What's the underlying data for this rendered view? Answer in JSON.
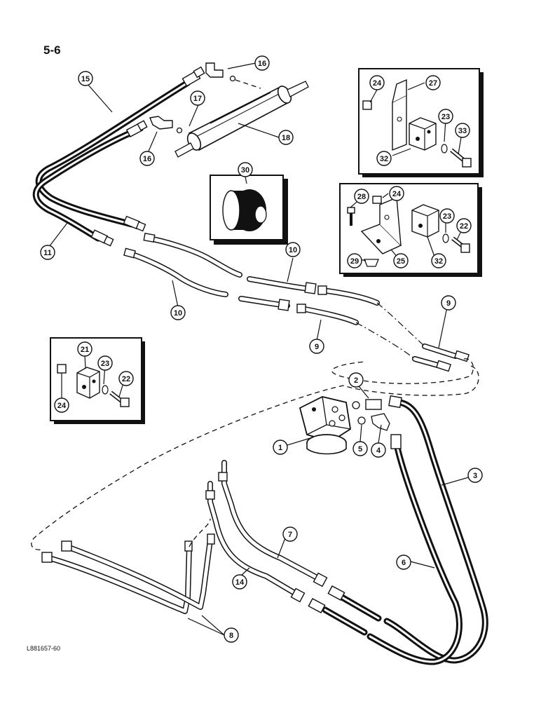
{
  "page_number": "5-6",
  "figure_reference": "L881657-60",
  "callouts": [
    {
      "id": "c1",
      "label": "1"
    },
    {
      "id": "c2",
      "label": "2"
    },
    {
      "id": "c3",
      "label": "3"
    },
    {
      "id": "c4",
      "label": "4"
    },
    {
      "id": "c5",
      "label": "5"
    },
    {
      "id": "c6",
      "label": "6"
    },
    {
      "id": "c7",
      "label": "7"
    },
    {
      "id": "c8",
      "label": "8"
    },
    {
      "id": "c9a",
      "label": "9"
    },
    {
      "id": "c9b",
      "label": "9"
    },
    {
      "id": "c10a",
      "label": "10"
    },
    {
      "id": "c10b",
      "label": "10"
    },
    {
      "id": "c11",
      "label": "11"
    },
    {
      "id": "c14",
      "label": "14"
    },
    {
      "id": "c15",
      "label": "15"
    },
    {
      "id": "c16a",
      "label": "16"
    },
    {
      "id": "c16b",
      "label": "16"
    },
    {
      "id": "c17",
      "label": "17"
    },
    {
      "id": "c18",
      "label": "18"
    },
    {
      "id": "c30",
      "label": "30"
    },
    {
      "id": "b1_24",
      "label": "24"
    },
    {
      "id": "b1_27",
      "label": "27"
    },
    {
      "id": "b1_23",
      "label": "23"
    },
    {
      "id": "b1_33",
      "label": "33"
    },
    {
      "id": "b1_32",
      "label": "32"
    },
    {
      "id": "b2_28",
      "label": "28"
    },
    {
      "id": "b2_24",
      "label": "24"
    },
    {
      "id": "b2_23",
      "label": "23"
    },
    {
      "id": "b2_22",
      "label": "22"
    },
    {
      "id": "b2_29",
      "label": "29"
    },
    {
      "id": "b2_25",
      "label": "25"
    },
    {
      "id": "b2_32",
      "label": "32"
    },
    {
      "id": "b3_21",
      "label": "21"
    },
    {
      "id": "b3_23",
      "label": "23"
    },
    {
      "id": "b3_22",
      "label": "22"
    },
    {
      "id": "b3_24",
      "label": "24"
    }
  ]
}
